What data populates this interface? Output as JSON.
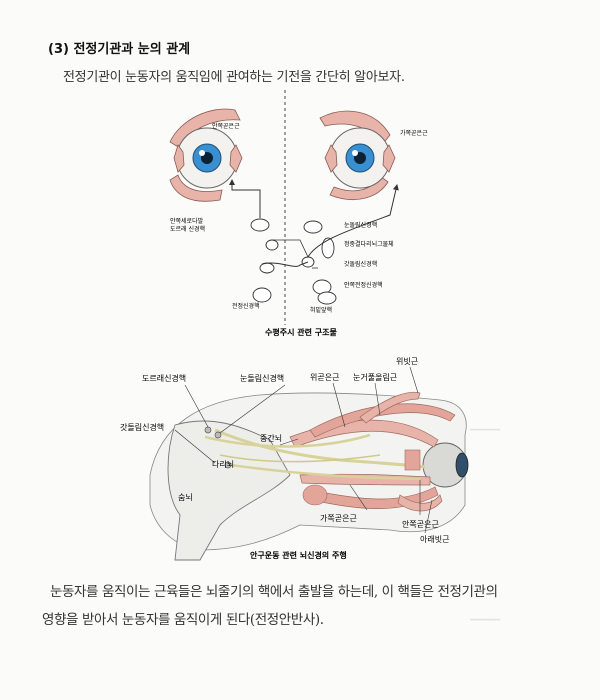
{
  "section": {
    "heading": "(3) 전정기관과 눈의 관계",
    "intro": "전정기관이 눈동자의 움직임에 관여하는 기전을 간단히 알아보자."
  },
  "figure1": {
    "caption": "수평주시 관련 구조물",
    "labels": {
      "medial_rectus": "안쪽곧은근",
      "lateral_rectus": "가쪽곧은근",
      "mlf": "안쪽세로다발",
      "oculomotor_nucleus_tract": "도르래 신경핵",
      "oculomotor_nucleus": "눈돌림신경핵",
      "ppr": "정중결다리뇌그물체",
      "abducens_nucleus": "갓돌림신경핵",
      "medial_vestibular": "안쪽전정신경핵",
      "vestibular_nucleus": "전정신경핵",
      "ventral_gray": "혀밑앞핵"
    }
  },
  "figure2": {
    "caption": "안구운동 관련 뇌신경의 주행",
    "labels": {
      "trochlear_nucleus": "도르래신경핵",
      "oculomotor_nucleus": "눈돌림신경핵",
      "superior_rectus": "위곧은근",
      "levator": "눈거풀올림근",
      "superior_oblique": "위빗근",
      "abducens_nucleus": "갓돌림신경핵",
      "midbrain": "중간뇌",
      "pons": "다리뇌",
      "medulla": "숨뇌",
      "lateral_rectus": "가쪽곧은근",
      "medial_rectus": "안쪽곧은근",
      "inferior_oblique": "아래빗근"
    }
  },
  "body": {
    "line1": "눈동자를 움직이는 근육들은 뇌줄기의 핵에서 출발을 하는데, 이 핵들은 전정기관의",
    "line2": "영향을 받아서 눈동자를 움직이게 된다(전정안반사)."
  },
  "colors": {
    "iris": "#3a8fd0",
    "muscle": "#e8b4aa",
    "nerve": "#d8d29a",
    "line": "#333333"
  }
}
